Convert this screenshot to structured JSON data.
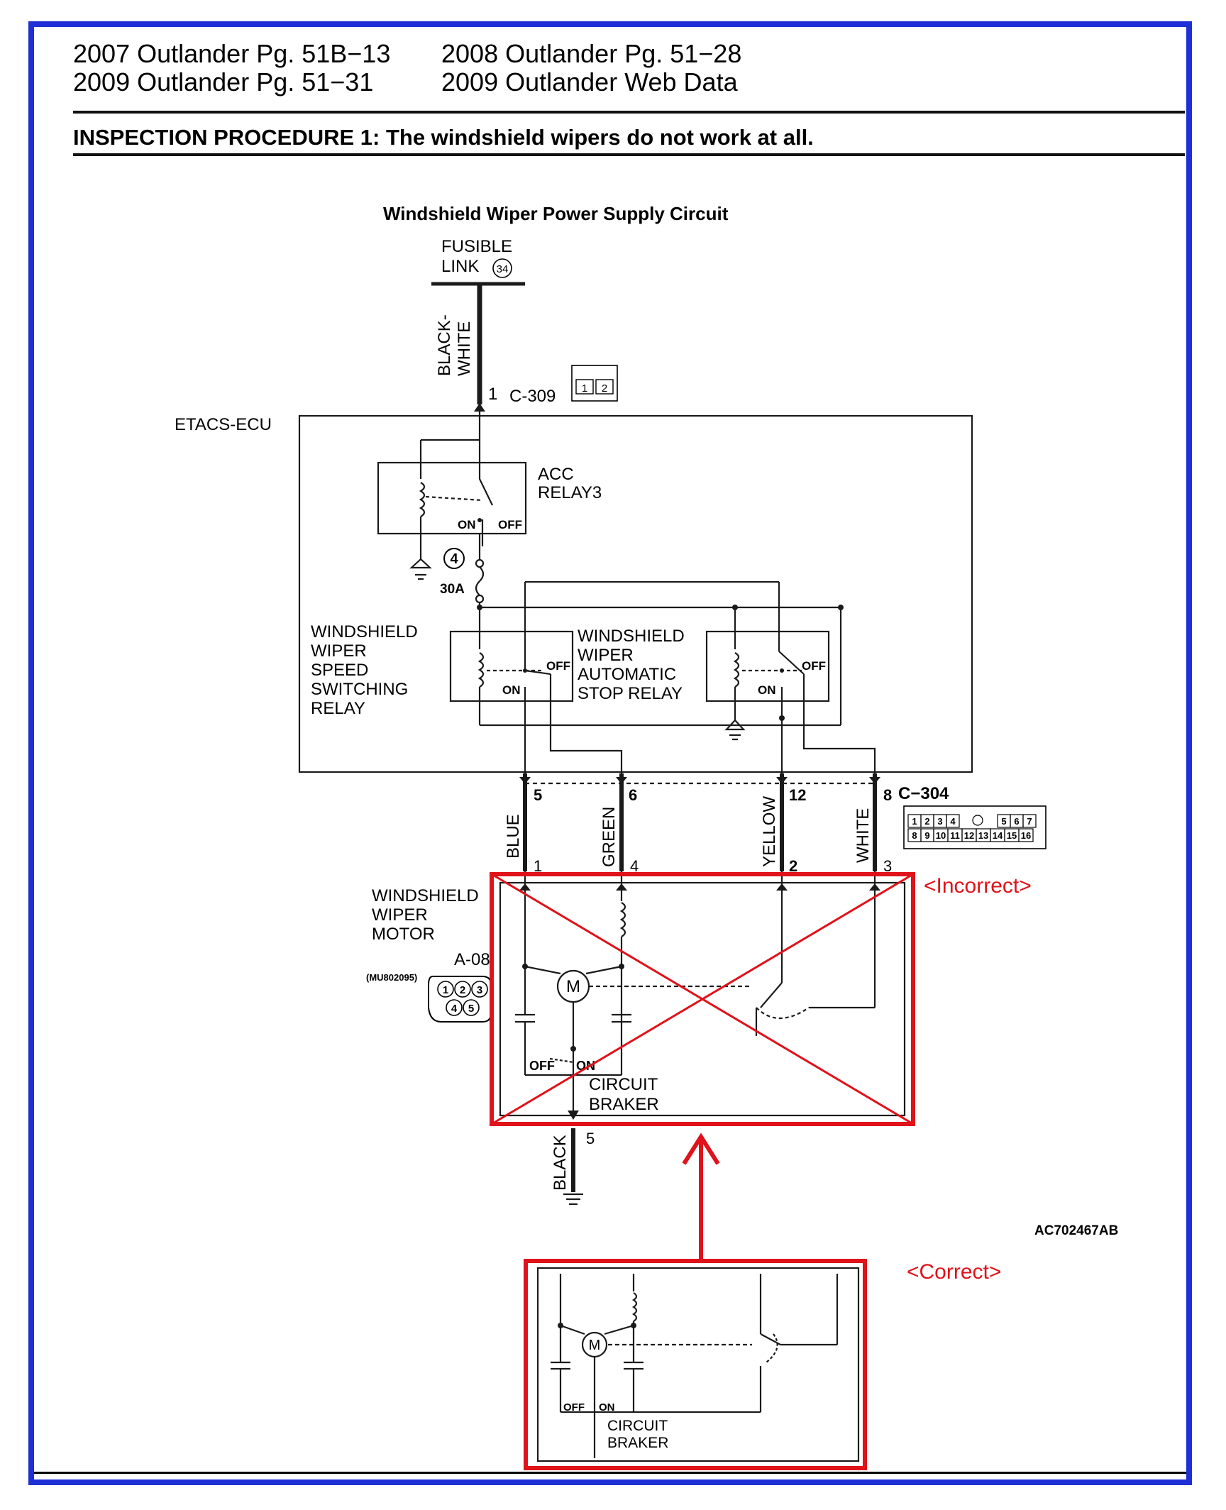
{
  "header": {
    "refs": [
      "2007 Outlander Pg. 51B−13",
      "2008 Outlander Pg. 51−28",
      "2009 Outlander Pg. 51−31",
      "2009 Outlander Web Data"
    ],
    "procedure_title": "INSPECTION PROCEDURE 1: The windshield wipers do not work at all."
  },
  "diagram": {
    "title": "Windshield Wiper Power Supply Circuit",
    "fusible_link": {
      "line1": "FUSIBLE",
      "line2": "LINK",
      "number": "34"
    },
    "supply_wire": {
      "line1": "BLACK-",
      "line2": "WHITE"
    },
    "connector_top": {
      "pin": "1",
      "name": "C-309",
      "pins": [
        "1",
        "2"
      ]
    },
    "ecu_label": "ETACS-ECU",
    "acc_relay": {
      "line1": "ACC",
      "line2": "RELAY3",
      "on": "ON",
      "off": "OFF"
    },
    "fuse": {
      "number": "4",
      "rating": "30A"
    },
    "speed_relay": {
      "lines": [
        "WINDSHIELD",
        "WIPER",
        "SPEED",
        "SWITCHING",
        "RELAY"
      ],
      "on": "ON",
      "off": "OFF"
    },
    "stop_relay": {
      "lines": [
        "WINDSHIELD",
        "WIPER",
        "AUTOMATIC",
        "STOP RELAY"
      ],
      "on": "ON",
      "off": "OFF"
    },
    "connector_c304": {
      "name": "C−304",
      "ecu_pins": [
        "5",
        "6",
        "12",
        "8"
      ],
      "row1": [
        "1",
        "2",
        "3",
        "4",
        "",
        "5",
        "6",
        "7"
      ],
      "row2": [
        "8",
        "9",
        "10",
        "11",
        "12",
        "13",
        "14",
        "15",
        "16"
      ]
    },
    "wires": [
      "BLUE",
      "GREEN",
      "YELLOW",
      "WHITE"
    ],
    "motor_pins": [
      "1",
      "4",
      "2",
      "3"
    ],
    "motor": {
      "lines": [
        "WINDSHIELD",
        "WIPER",
        "MOTOR"
      ],
      "connector": "A-08",
      "part_no": "(MU802095)",
      "conn_pins": [
        "1",
        "2",
        "3",
        "4",
        "5"
      ],
      "motor_symbol": "M",
      "off": "OFF",
      "on": "ON",
      "breaker_line1": "CIRCUIT",
      "breaker_line2": "BRAKER"
    },
    "ground": {
      "wire": "BLACK",
      "pin": "5"
    },
    "figure_code": "AC702467AB",
    "incorrect_label": "<Incorrect>",
    "correct_label": "<Correct>",
    "correct_inset": {
      "motor_symbol": "M",
      "off": "OFF",
      "on": "ON",
      "breaker_line1": "CIRCUIT",
      "breaker_line2": "BRAKER"
    },
    "colors": {
      "annotation_red": "#e0121a",
      "frame_blue": "#1f2fd6",
      "line": "#1a1a1a"
    }
  }
}
